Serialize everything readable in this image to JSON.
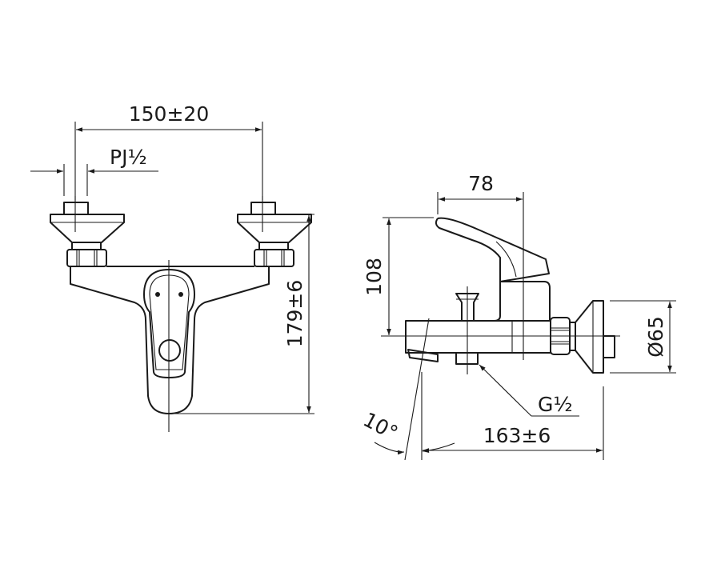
{
  "front_view": {
    "width_dimension": "150±20",
    "thread_label": "PJ½",
    "height_dimension": "179±6"
  },
  "side_view": {
    "lever_dimension": "78",
    "height_dimension": "108",
    "diameter_dimension": "Ø65",
    "thread_label": "G½",
    "depth_dimension": "163±6",
    "angle_label": "10°"
  },
  "colors": {
    "line": "#1a1a1a",
    "background": "#ffffff"
  }
}
